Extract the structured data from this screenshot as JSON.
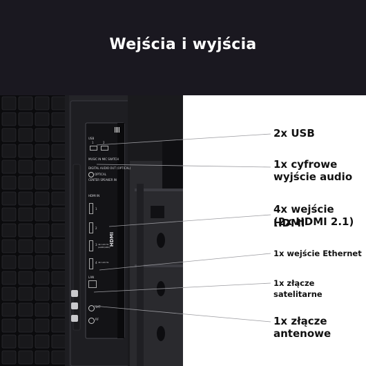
{
  "header": {
    "title": "Wejścia i wyjścia"
  },
  "labels": [
    {
      "text": "2x USB"
    },
    {
      "text": "1x cyfrowe"
    },
    {
      "text": "wyjście audio"
    },
    {
      "text": "4x wejście HDMI"
    },
    {
      "text": "(2x HDMI 2.1)"
    },
    {
      "text": "1x wejście Ethernet"
    },
    {
      "text": "1x złącze satelitarne"
    },
    {
      "text": "1x złącze"
    },
    {
      "text": "antenowe"
    }
  ],
  "panel": {
    "usb_label": "USB",
    "usb_nums": [
      "1",
      "2"
    ],
    "audio_switch": "MUSIC IN MIC SWITCH",
    "optical_label": "DIGITAL AUDIO OUT (OPTICAL)",
    "optical_port": "OPTICAL",
    "speaker_in": "CENTER SPEAKER IN",
    "hdmi_in": "HDMI IN",
    "hdmi_nums": [
      "1",
      "2",
      "3",
      "4"
    ],
    "hdmi_note_3": "4K 120 Hz (eARC/ARC)",
    "hdmi_note_4": "4K 120 Hz",
    "lan": "LAN",
    "sat": "SAT",
    "rf": "RF",
    "hdmi_logo": "HDMI"
  },
  "colors": {
    "background": "#1a1820",
    "label_panel": "#ffffff",
    "text": "#111111",
    "title": "#ffffff"
  }
}
